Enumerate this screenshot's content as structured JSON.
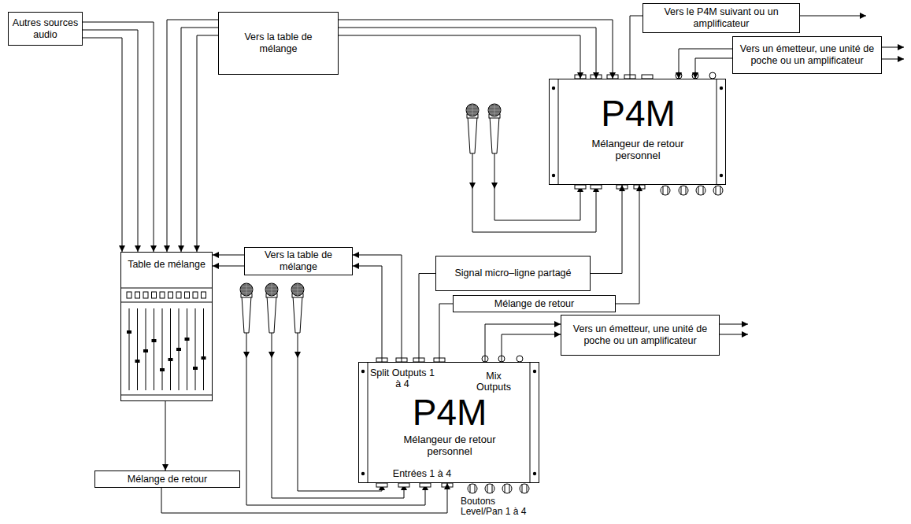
{
  "diagram": {
    "nodes": [
      {
        "text": [
          "Autres sources audio"
        ]
      },
      {
        "text": [
          "Vers la table de mélange"
        ]
      },
      {
        "text": [
          "Vers le P4M suivant ou un amplificateur"
        ]
      },
      {
        "text": [
          "Vers un émetteur, une unité de poche ou un amplificateur"
        ]
      },
      {
        "text": [
          "P4M",
          "Mélangeur de retour personnel"
        ]
      },
      {
        "text": [
          "Table de mélange"
        ]
      },
      {
        "text": [
          "Vers la table de mélange"
        ]
      },
      {
        "text": [
          "Signal micro–ligne partagé"
        ]
      },
      {
        "text": [
          "Mélange de retour"
        ]
      },
      {
        "text": [
          "Vers un émetteur, une unité de poche ou un amplificateur"
        ]
      },
      {
        "text": [
          "Split Outputs 1 à 4",
          "Mix Outputs",
          "P4M",
          "Mélangeur de retour personnel",
          "Entrées 1 à 4"
        ]
      },
      {
        "text": [
          "Mélange de retour"
        ]
      }
    ],
    "edges": [
      {
        "from": 0,
        "to": 5,
        "arrow": "to"
      },
      {
        "from": 1,
        "to": 5,
        "arrow": "to"
      },
      {
        "from": 1,
        "to": 4,
        "arrow": "to"
      },
      {
        "from": 4,
        "to": 2,
        "arrow": "none"
      },
      {
        "from": 3,
        "to": 4,
        "arrow": "to"
      },
      {
        "from": 6,
        "to": 5,
        "arrow": "to"
      },
      {
        "from": 10,
        "to": 6,
        "arrow": "to"
      },
      {
        "from": 10,
        "to": 7,
        "arrow": "none"
      },
      {
        "from": 7,
        "to": 4,
        "arrow": "to"
      },
      {
        "from": 10,
        "to": 8,
        "arrow": "none"
      },
      {
        "from": 8,
        "to": 4,
        "arrow": "to"
      },
      {
        "from": 10,
        "to": 9,
        "arrow": "to"
      },
      {
        "from": 5,
        "to": 11,
        "arrow": "to"
      },
      {
        "from": 11,
        "to": 10,
        "arrow": "to"
      }
    ],
    "labels": [
      "Boutons Level/Pan 1 à 4"
    ]
  }
}
